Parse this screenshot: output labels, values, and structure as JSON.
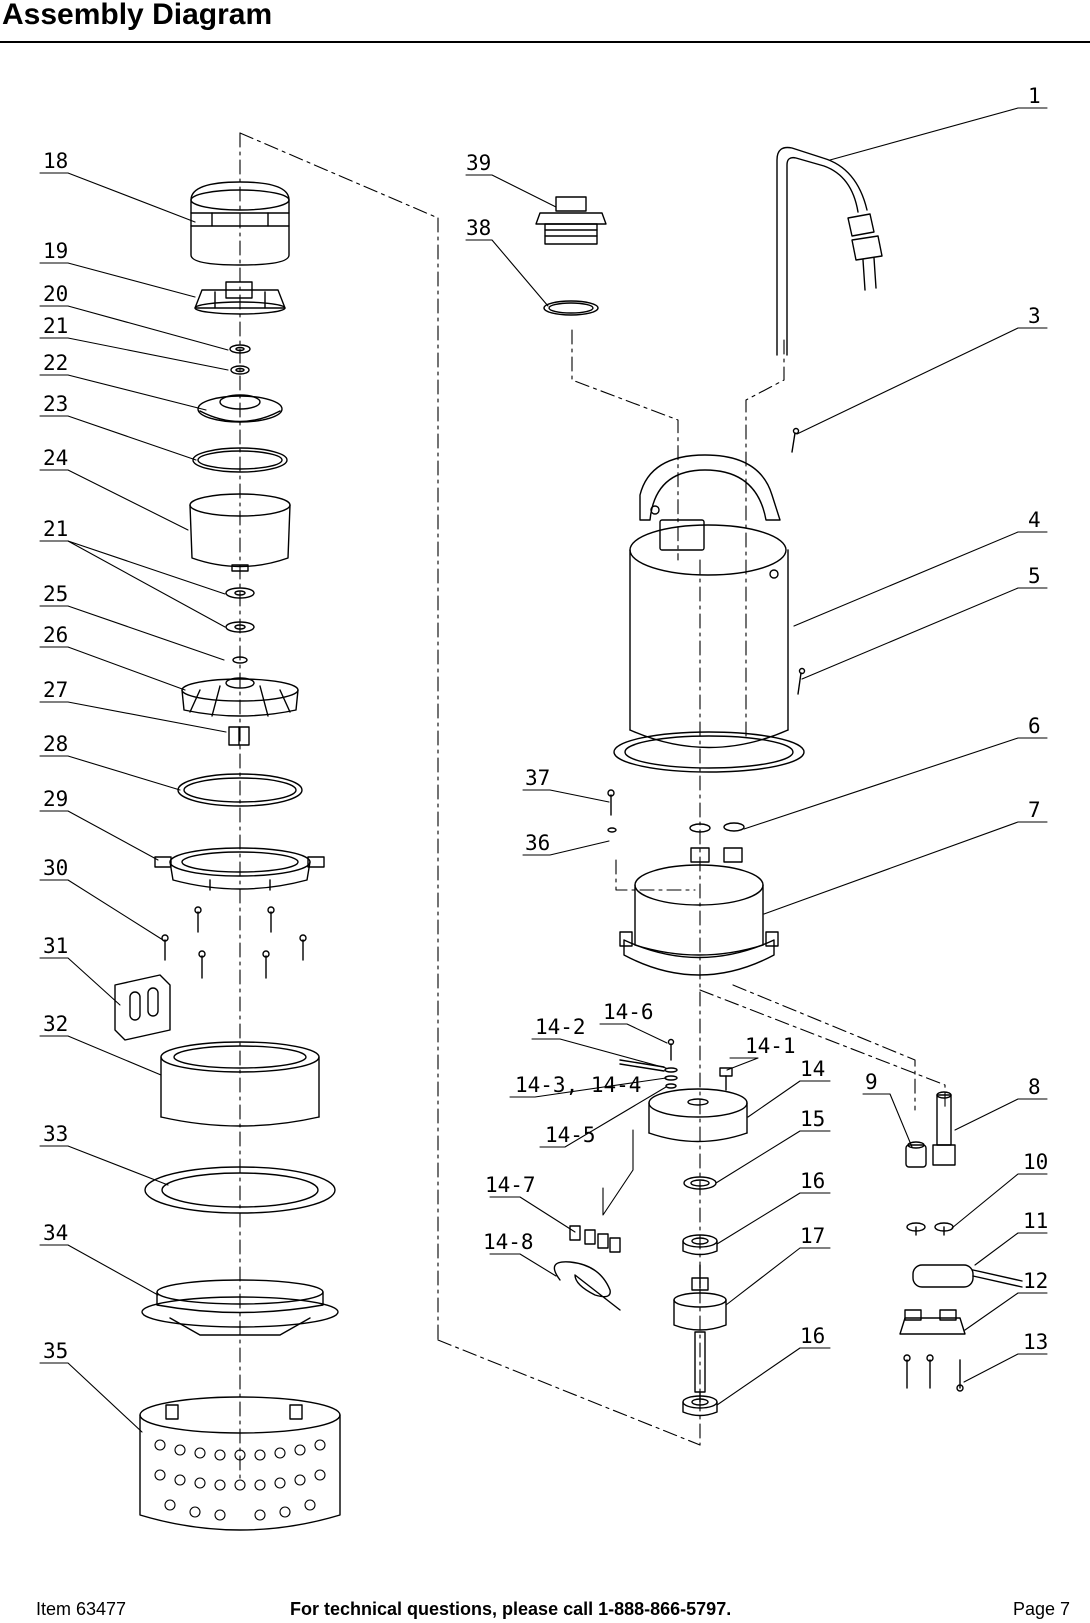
{
  "header": {
    "title": "Assembly Diagram"
  },
  "footer": {
    "item": "Item 63477",
    "support": "For technical questions, please call 1-888-866-5797.",
    "page": "Page 7"
  },
  "labels": {
    "p1": "1",
    "p3": "3",
    "p4": "4",
    "p5": "5",
    "p6": "6",
    "p7": "7",
    "p8": "8",
    "p9": "9",
    "p10": "10",
    "p11": "11",
    "p12": "12",
    "p13": "13",
    "p14": "14",
    "p14_1": "14-1",
    "p14_2": "14-2",
    "p14_34": "14-3, 14-4",
    "p14_5": "14-5",
    "p14_6": "14-6",
    "p14_7": "14-7",
    "p14_8": "14-8",
    "p15": "15",
    "p16a": "16",
    "p16b": "16",
    "p17": "17",
    "p18": "18",
    "p19": "19",
    "p20": "20",
    "p21a": "21",
    "p22": "22",
    "p23": "23",
    "p24": "24",
    "p21b": "21",
    "p25": "25",
    "p26": "26",
    "p27": "27",
    "p28": "28",
    "p29": "29",
    "p30": "30",
    "p31": "31",
    "p32": "32",
    "p33": "33",
    "p34": "34",
    "p35": "35",
    "p36": "36",
    "p37": "37",
    "p38": "38",
    "p39": "39"
  }
}
